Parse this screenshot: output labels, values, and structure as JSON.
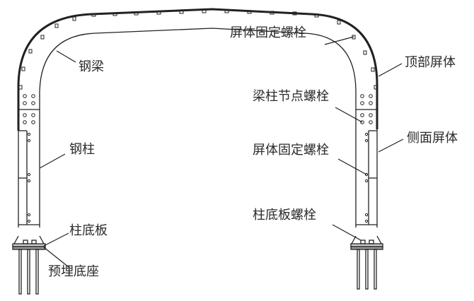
{
  "labels": {
    "steel_beam": "钢梁",
    "steel_column": "钢柱",
    "column_base_plate": "柱底板",
    "embedded_base": "预埋底座",
    "screen_fixing_bolt_top": "屏体固定螺栓",
    "top_screen": "顶部屏体",
    "beam_column_joint_bolt": "梁柱节点螺栓",
    "screen_fixing_bolt_side": "屏体固定螺栓",
    "side_screen": "侧面屏体",
    "column_base_plate_bolt": "柱底板螺栓"
  }
}
